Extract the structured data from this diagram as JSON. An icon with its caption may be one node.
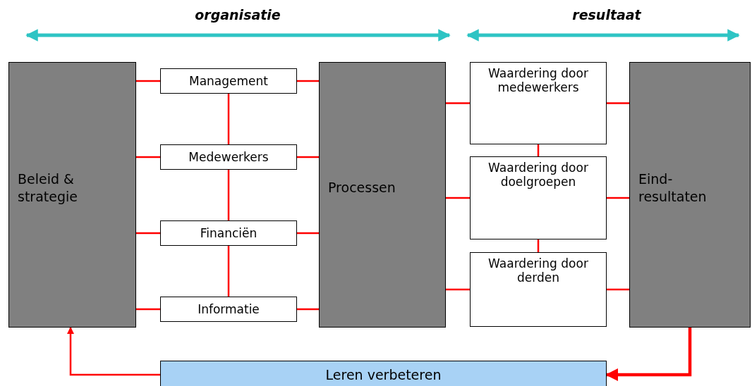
{
  "diagram": {
    "nodes": [
      {
        "text": [
          "Beleid & strategie"
        ]
      },
      {
        "text": [
          "Management"
        ]
      },
      {
        "text": [
          "Medewerkers"
        ]
      },
      {
        "text": [
          "Financiën"
        ]
      },
      {
        "text": [
          "Informatie"
        ]
      },
      {
        "text": [
          "Processen"
        ]
      },
      {
        "text": [
          "Waardering door medewerkers"
        ]
      },
      {
        "text": [
          "Waardering door doelgroepen"
        ]
      },
      {
        "text": [
          "Waardering door derden"
        ]
      },
      {
        "text": [
          "Eind- resultaten"
        ]
      },
      {
        "text": [
          "Leren verbeteren"
        ]
      }
    ],
    "edges": [
      {
        "from": 0,
        "to": 1,
        "arrow": "none"
      },
      {
        "from": 0,
        "to": 2,
        "arrow": "none"
      },
      {
        "from": 0,
        "to": 3,
        "arrow": "none"
      },
      {
        "from": 0,
        "to": 4,
        "arrow": "none"
      },
      {
        "from": 1,
        "to": 5,
        "arrow": "none"
      },
      {
        "from": 2,
        "to": 5,
        "arrow": "none"
      },
      {
        "from": 3,
        "to": 5,
        "arrow": "none"
      },
      {
        "from": 4,
        "to": 5,
        "arrow": "none"
      },
      {
        "from": 1,
        "to": 2,
        "arrow": "none"
      },
      {
        "from": 2,
        "to": 3,
        "arrow": "none"
      },
      {
        "from": 3,
        "to": 4,
        "arrow": "none"
      },
      {
        "from": 5,
        "to": 6,
        "arrow": "none"
      },
      {
        "from": 5,
        "to": 7,
        "arrow": "none"
      },
      {
        "from": 5,
        "to": 8,
        "arrow": "none"
      },
      {
        "from": 6,
        "to": 9,
        "arrow": "none"
      },
      {
        "from": 7,
        "to": 9,
        "arrow": "none"
      },
      {
        "from": 8,
        "to": 9,
        "arrow": "none"
      },
      {
        "from": 6,
        "to": 7,
        "arrow": "none"
      },
      {
        "from": 7,
        "to": 8,
        "arrow": "none"
      },
      {
        "from": 9,
        "to": 10,
        "arrow": "to",
        "style": "thick"
      },
      {
        "from": 10,
        "to": 0,
        "arrow": "to"
      }
    ],
    "labels": [
      "organisatie",
      "resultaat"
    ]
  }
}
